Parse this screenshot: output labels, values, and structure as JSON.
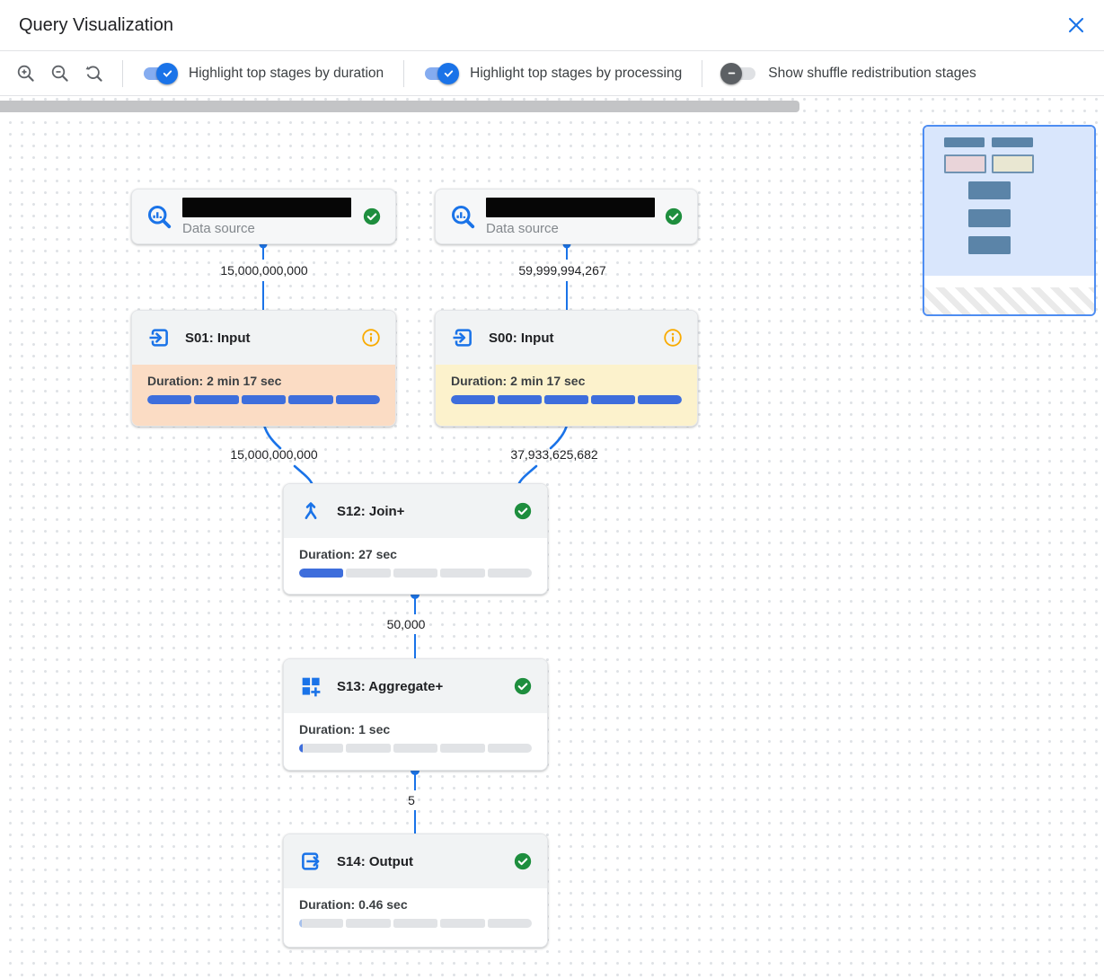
{
  "dialog": {
    "title": "Query Visualization",
    "close_icon": "close-x-icon"
  },
  "toolbar": {
    "zoom_controls": [
      {
        "icon": "zoom-in-icon"
      },
      {
        "icon": "zoom-out-icon"
      },
      {
        "icon": "zoom-reset-icon"
      }
    ],
    "toggles": [
      {
        "label": "Highlight top stages by duration",
        "state": "on",
        "knob_icon": "check-icon"
      },
      {
        "label": "Highlight top stages by processing",
        "state": "on",
        "knob_icon": "check-icon"
      },
      {
        "label": "Show shuffle redistribution stages",
        "state": "off",
        "knob_icon": "dash-icon"
      }
    ]
  },
  "colors": {
    "accent_blue": "#1a73e8",
    "bar_blue": "#3e6edc",
    "bar_empty": "#e1e3e6",
    "success_green": "#1e8e3e",
    "info_orange": "#f9ab00",
    "highlight_duration": "#fbdcc4",
    "highlight_processing": "#fcf2cc"
  },
  "graph": {
    "data_sources": [
      {
        "label": "Data source",
        "name_redacted": true,
        "icon": "data-source-icon",
        "status_icon": "check-circle-icon"
      },
      {
        "label": "Data source",
        "name_redacted": true,
        "icon": "data-source-icon",
        "status_icon": "check-circle-icon"
      }
    ],
    "stages": [
      {
        "title": "S01: Input",
        "icon": "input-icon",
        "status_icon": "info-icon",
        "duration": "Duration: 2 min 17 sec",
        "highlight": "#fbdcc4",
        "bar": {
          "segments": [
            1,
            1,
            1,
            1,
            1
          ],
          "fill": "#3e6edc"
        }
      },
      {
        "title": "S00: Input",
        "icon": "input-icon",
        "status_icon": "info-icon",
        "duration": "Duration: 2 min 17 sec",
        "highlight": "#fcf2cc",
        "bar": {
          "segments": [
            1,
            1,
            1,
            1,
            1
          ],
          "fill": "#3e6edc"
        }
      },
      {
        "title": "S12: Join+",
        "icon": "join-icon",
        "status_icon": "check-circle-icon",
        "duration": "Duration: 27 sec",
        "highlight": "#ffffff",
        "bar": {
          "segments": [
            1,
            0,
            0,
            0,
            0
          ],
          "fill": "#3e6edc"
        }
      },
      {
        "title": "S13: Aggregate+",
        "icon": "aggregate-icon",
        "status_icon": "check-circle-icon",
        "duration": "Duration: 1 sec",
        "highlight": "#ffffff",
        "bar": {
          "segments": [
            0.08,
            0,
            0,
            0,
            0
          ],
          "fill": "#3e6edc"
        }
      },
      {
        "title": "S14: Output",
        "icon": "output-icon",
        "status_icon": "check-circle-icon",
        "duration": "Duration: 0.46 sec",
        "highlight": "#ffffff",
        "bar": {
          "segments": [
            0.07,
            0,
            0,
            0,
            0
          ],
          "fill": "#a5c0ec"
        }
      }
    ],
    "edge_labels": [
      "15,000,000,000",
      "59,999,994,267",
      "15,000,000,000",
      "37,933,625,682",
      "50,000",
      "5"
    ]
  }
}
